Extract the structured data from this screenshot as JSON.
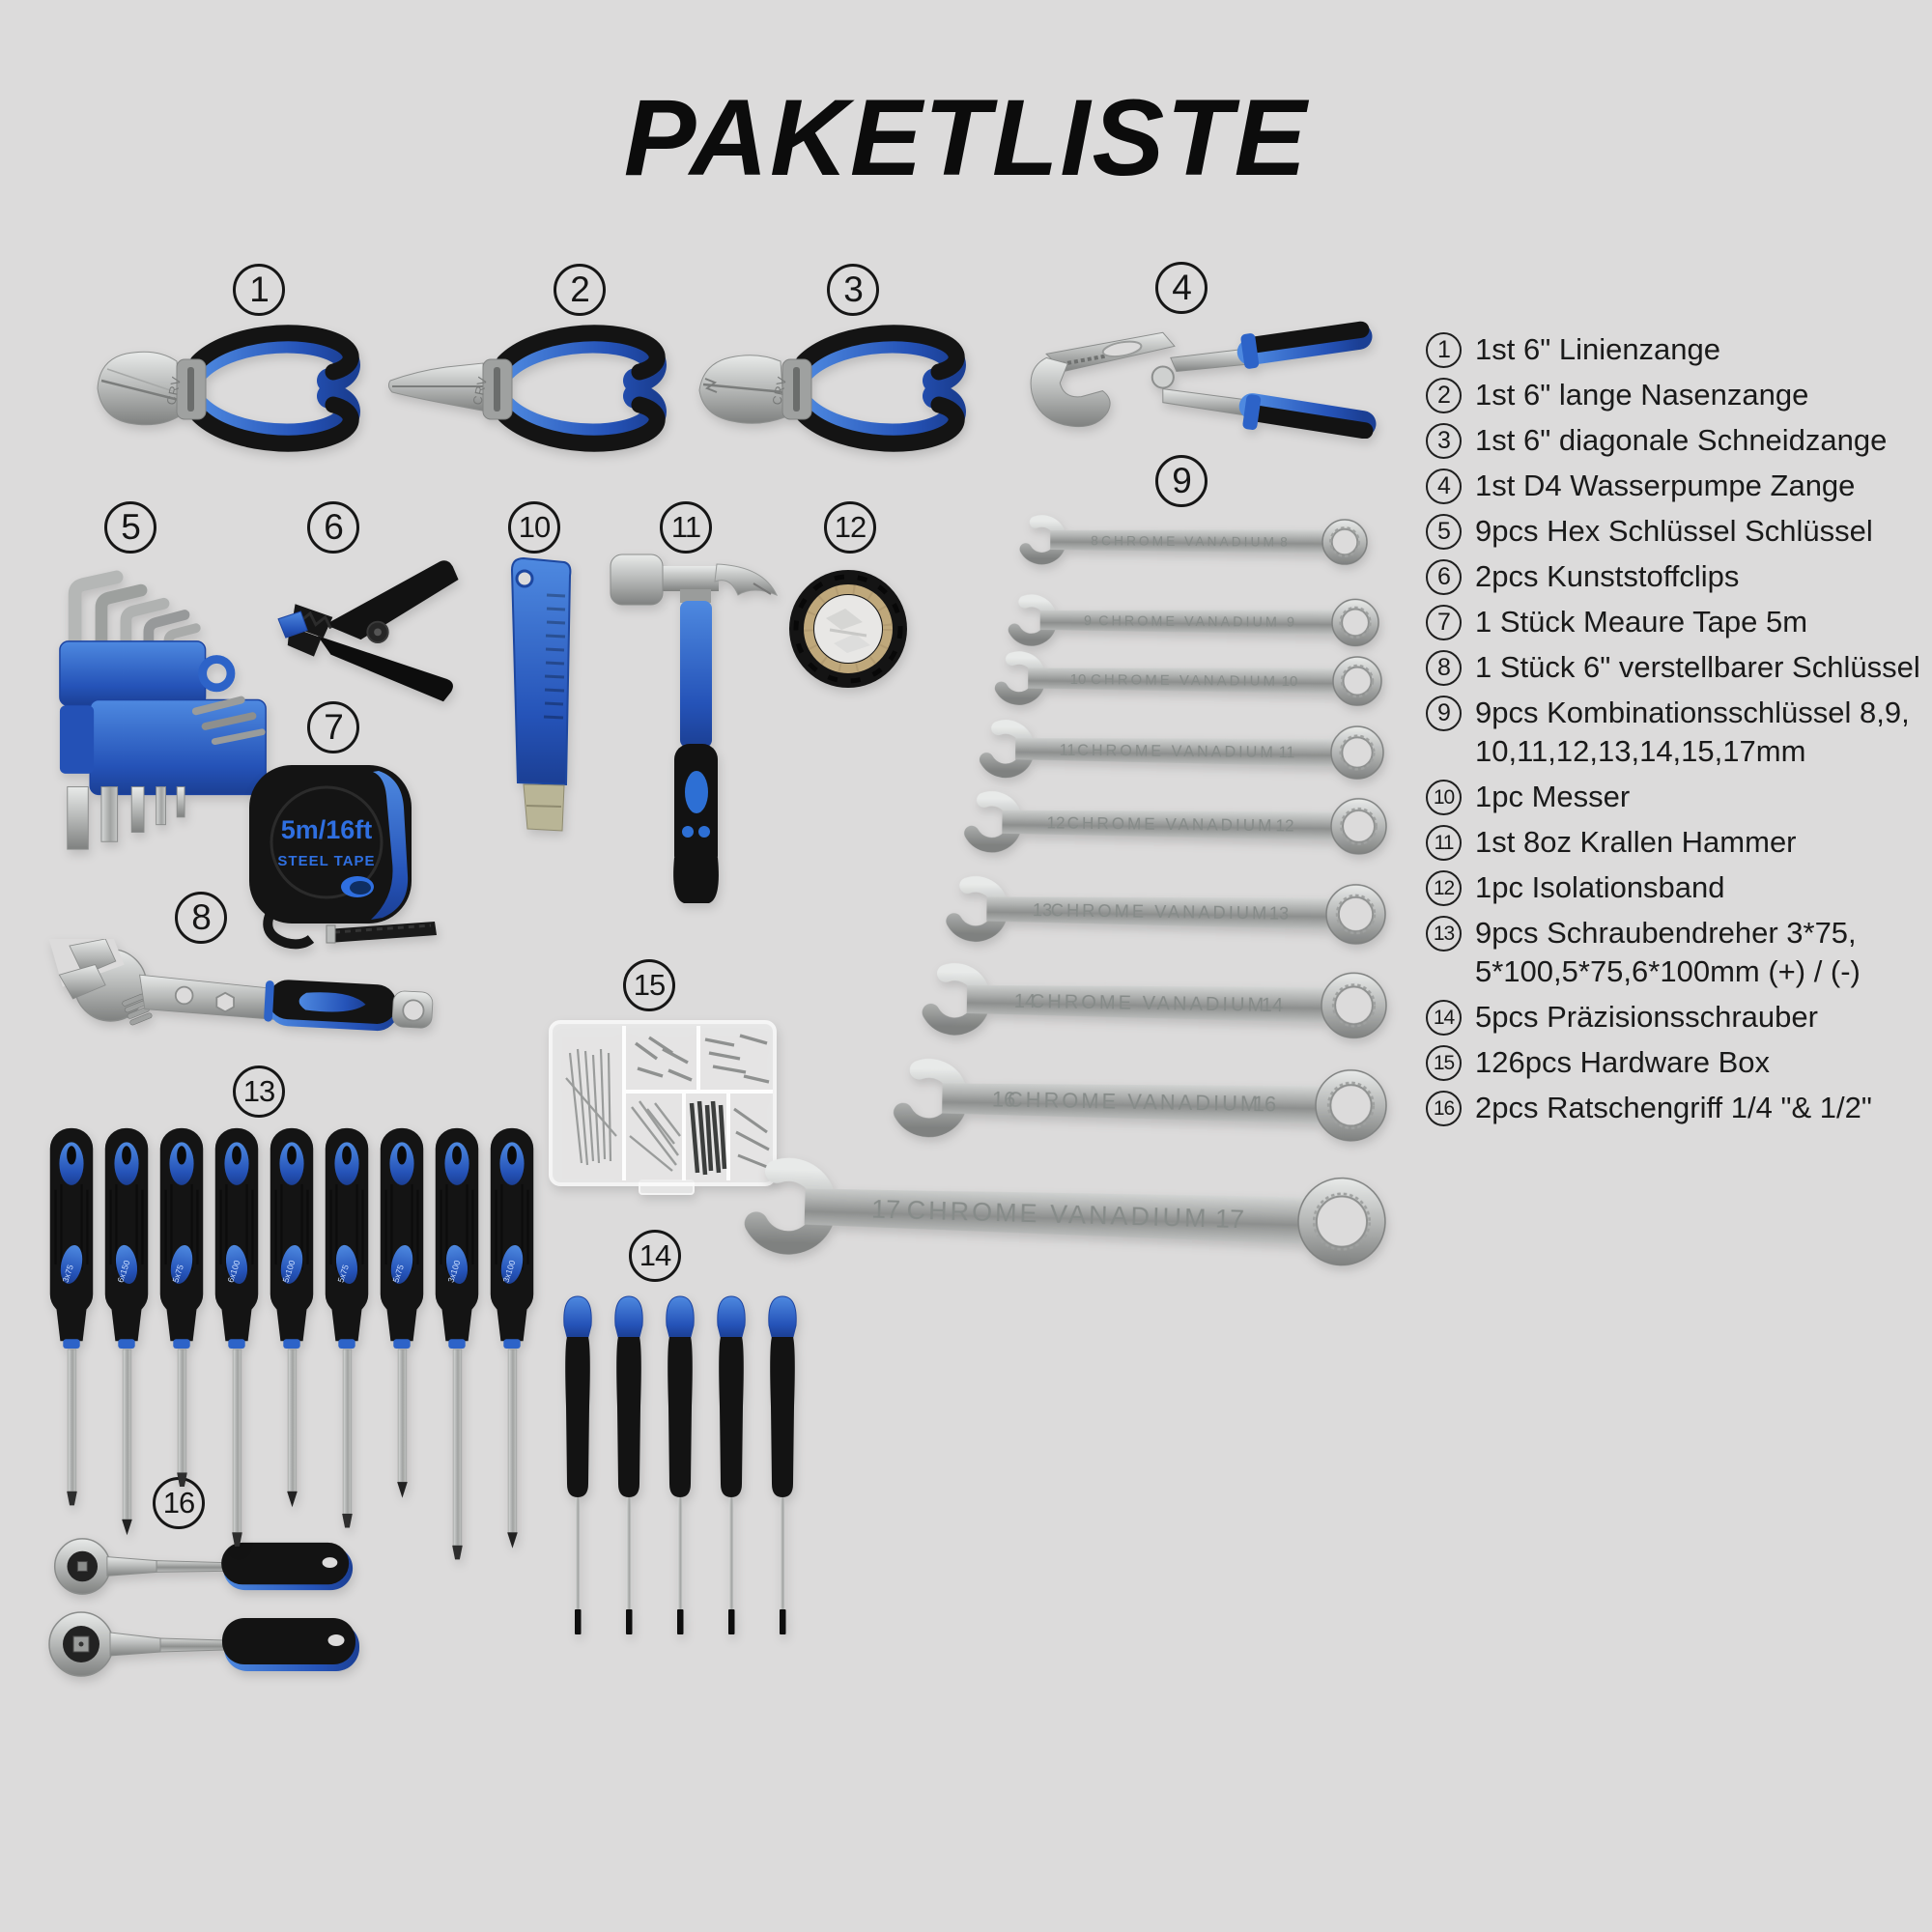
{
  "title": "PAKETLISTE",
  "colors": {
    "background": "#dcdbdb",
    "accent_blue": "#2d63c8",
    "black": "#151515",
    "silver": "#b9bbba",
    "text": "#1a1a1a"
  },
  "tool_labels": [
    "1",
    "2",
    "3",
    "4",
    "5",
    "6",
    "7",
    "8",
    "9",
    "10",
    "11",
    "12",
    "13",
    "14",
    "15",
    "16"
  ],
  "markings": {
    "pliers_head": "CRV",
    "tape_measure_line1": "5m/16ft",
    "tape_measure_line2": "STEEL TAPE",
    "wrench_engraving": "CHROME VANADIUM"
  },
  "wrenches": {
    "sizes": [
      "8",
      "9",
      "10",
      "11",
      "12",
      "13",
      "14",
      "16",
      "17"
    ]
  },
  "screwdrivers": {
    "handle_labels": [
      "3x75",
      "6x150",
      "5x75",
      "6x100",
      "5x100",
      "5x75",
      "5x75",
      "3x100",
      "3x100"
    ]
  },
  "list": {
    "items": [
      {
        "num": "1",
        "text": "1st 6\" Linienzange"
      },
      {
        "num": "2",
        "text": "1st 6\" lange Nasenzange"
      },
      {
        "num": "3",
        "text": "1st 6\" diagonale Schneidzange"
      },
      {
        "num": "4",
        "text": "1st D4 Wasserpumpe Zange"
      },
      {
        "num": "5",
        "text": "9pcs Hex Schlüssel Schlüssel"
      },
      {
        "num": "6",
        "text": "2pcs Kunststoffclips"
      },
      {
        "num": "7",
        "text": "1 Stück Meaure Tape 5m"
      },
      {
        "num": "8",
        "text": "1 Stück 6\" verstellbarer Schlüssel"
      },
      {
        "num": "9",
        "text": "9pcs Kombinationsschlüssel 8,9,\n10,11,12,13,14,15,17mm"
      },
      {
        "num": "10",
        "text": "1pc Messer"
      },
      {
        "num": "11",
        "text": "1st 8oz Krallen Hammer"
      },
      {
        "num": "12",
        "text": "1pc Isolationsband"
      },
      {
        "num": "13",
        "text": "9pcs Schraubendreher 3*75,\n5*100,5*75,6*100mm (+) / (-)"
      },
      {
        "num": "14",
        "text": "5pcs Präzisionsschrauber"
      },
      {
        "num": "15",
        "text": "126pcs Hardware Box"
      },
      {
        "num": "16",
        "text": "2pcs Ratschengriff 1/4 \"& 1/2\""
      }
    ]
  }
}
